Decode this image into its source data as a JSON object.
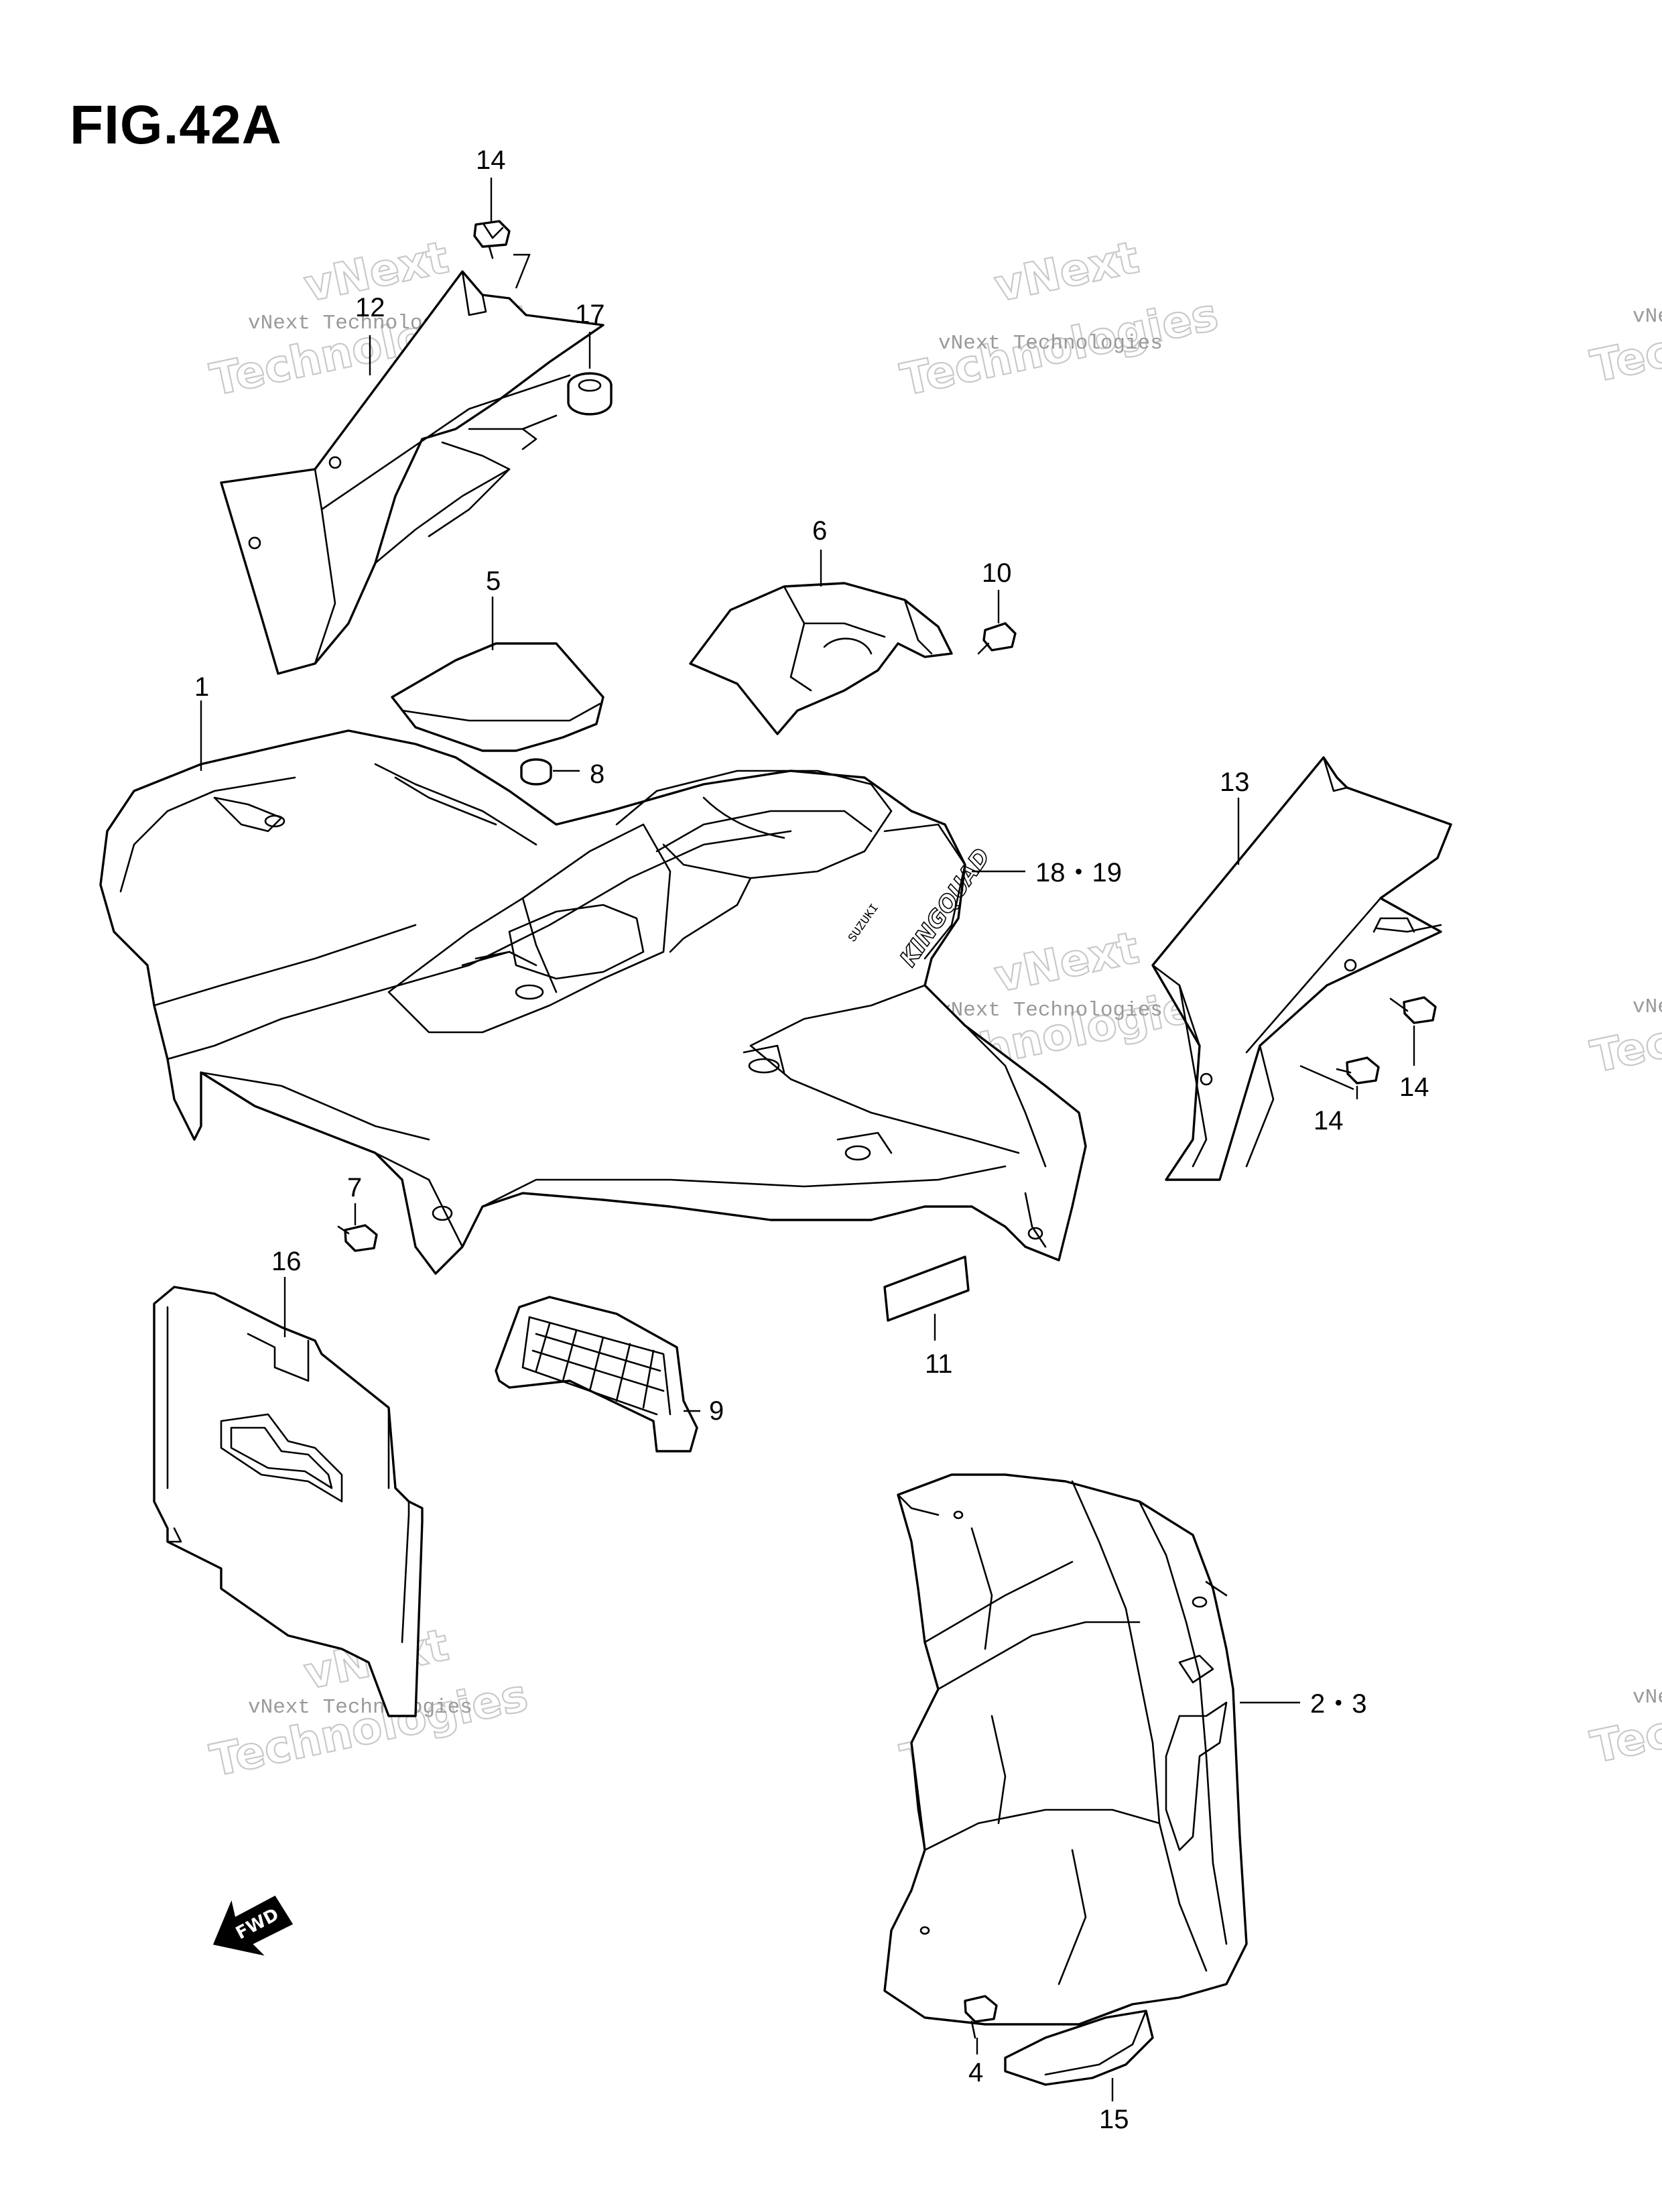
{
  "figure": {
    "title": "FIG.42A",
    "fwd_label": "FWD",
    "decal_text": "KINGQUAD",
    "decal_brand": "SUZUKI"
  },
  "watermark": {
    "line1": "vNext",
    "line2": "Technologies",
    "small": "vNext Technologies",
    "small_cut": "vNe",
    "big_cut": "Tec"
  },
  "callouts": [
    {
      "id": "c-14-top",
      "label": "14"
    },
    {
      "id": "c-12",
      "label": "12"
    },
    {
      "id": "c-17",
      "label": "17"
    },
    {
      "id": "c-6",
      "label": "6"
    },
    {
      "id": "c-10",
      "label": "10"
    },
    {
      "id": "c-5",
      "label": "5"
    },
    {
      "id": "c-1",
      "label": "1"
    },
    {
      "id": "c-8",
      "label": "8"
    },
    {
      "id": "c-13",
      "label": "13"
    },
    {
      "id": "c-18-19",
      "label": "18・19"
    },
    {
      "id": "c-14-right",
      "label": "14"
    },
    {
      "id": "c-14-mid",
      "label": "14"
    },
    {
      "id": "c-7",
      "label": "7"
    },
    {
      "id": "c-16",
      "label": "16"
    },
    {
      "id": "c-11",
      "label": "11"
    },
    {
      "id": "c-9",
      "label": "9"
    },
    {
      "id": "c-2-3",
      "label": "2・3"
    },
    {
      "id": "c-4",
      "label": "4"
    },
    {
      "id": "c-15",
      "label": "15"
    }
  ]
}
